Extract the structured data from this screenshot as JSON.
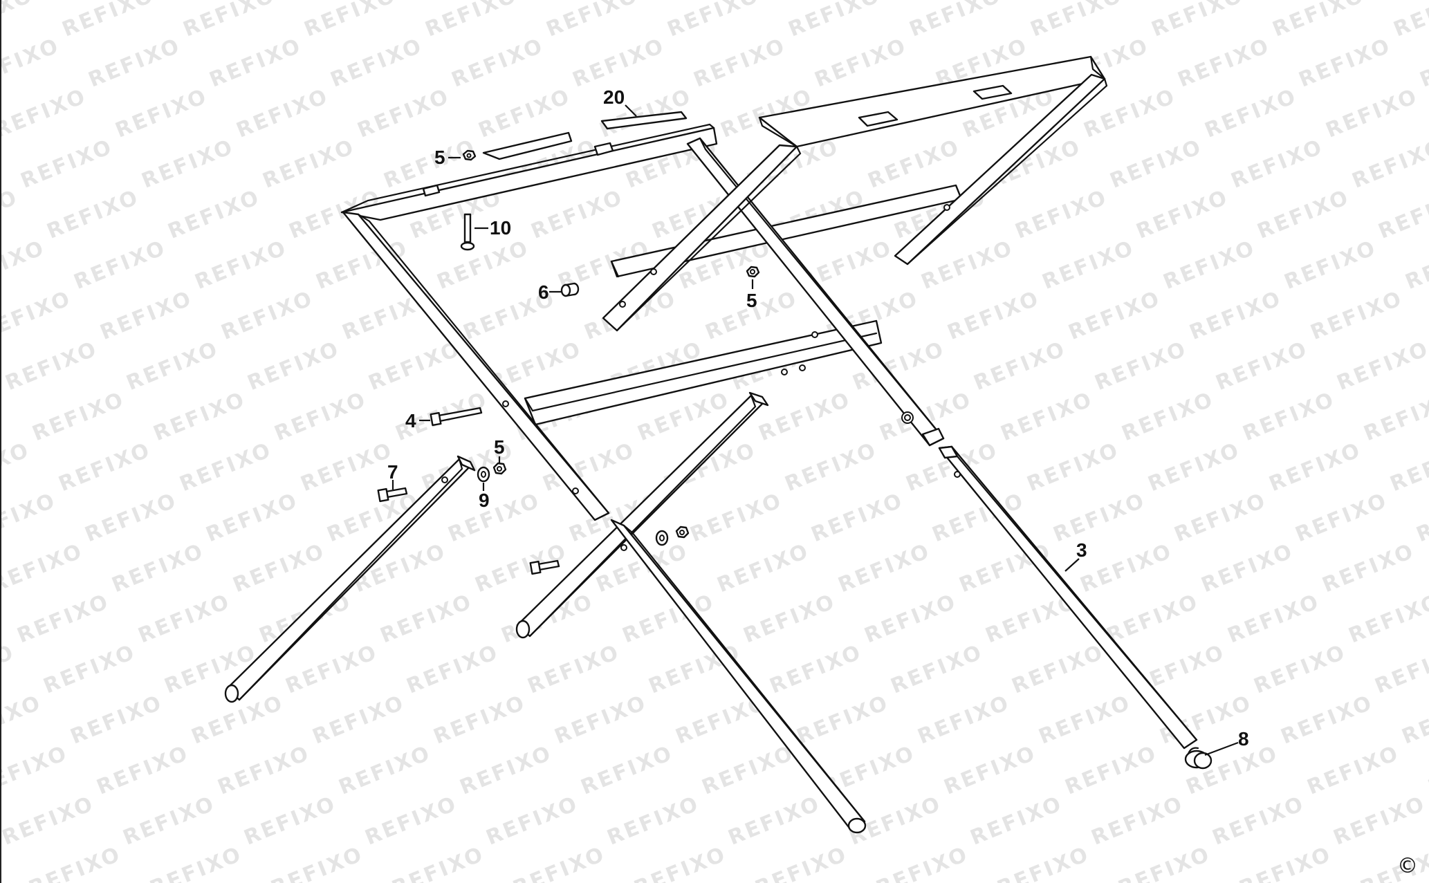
{
  "watermark": "REFIXO",
  "copyright_symbol": "©",
  "callouts": {
    "c20": "20",
    "c5a": "5",
    "c10": "10",
    "c6": "6",
    "c5b": "5",
    "c4": "4",
    "c5c": "5",
    "c7": "7",
    "c9": "9",
    "c3": "3",
    "c8": "8"
  },
  "colors": {
    "line": "#111111",
    "background": "#ffffff",
    "watermark": "#000000"
  }
}
